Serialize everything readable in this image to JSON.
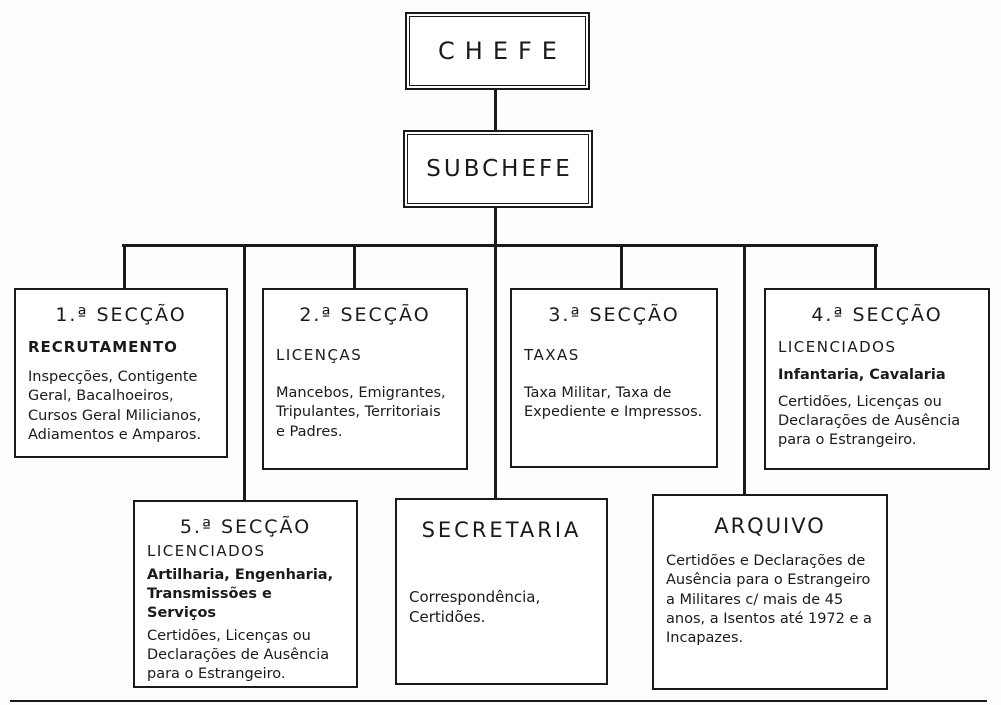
{
  "colors": {
    "ink": "#1a1a1a",
    "paper": "#fdfdfb"
  },
  "chefe": {
    "label": "CHEFE"
  },
  "subchefe": {
    "label": "SUBCHEFE"
  },
  "sections": [
    {
      "id": "seccao-1",
      "title": "1.ª SECÇÃO",
      "subtitle": "RECRUTAMENTO",
      "body": "Inspecções, Contigente Geral, Bacalhoeiros, Cursos Geral Milicianos, Adiamentos e Amparos."
    },
    {
      "id": "seccao-2",
      "title": "2.ª SECÇÃO",
      "subtitle": "LICENÇAS",
      "body": "Mancebos, Emigrantes, Tripulantes, Territoriais e Padres."
    },
    {
      "id": "seccao-3",
      "title": "3.ª SECÇÃO",
      "subtitle": "TAXAS",
      "body": "Taxa Militar, Taxa de Expediente e Impressos."
    },
    {
      "id": "seccao-4",
      "title": "4.ª SECÇÃO",
      "subtitle": "LICENCIADOS",
      "emphasis": "Infantaria, Cavalaria",
      "body": "Certidões, Licenças ou Declarações de Ausência para o Estrangeiro."
    },
    {
      "id": "seccao-5",
      "title": "5.ª SECÇÃO",
      "subtitle": "LICENCIADOS",
      "emphasis": "Artilharia, Engenharia, Transmissões e Serviços",
      "body": "Certidões, Licenças ou Declarações de Ausência para o Estrangeiro."
    },
    {
      "id": "secretaria",
      "title": "SECRETARIA",
      "body": "Correspondência, Certidões."
    },
    {
      "id": "arquivo",
      "title": "ARQUIVO",
      "body": "Certidões e Declarações de Ausência para o Estrangeiro a Militares c/ mais de 45 anos, a Isentos até 1972 e a Incapazes."
    }
  ]
}
